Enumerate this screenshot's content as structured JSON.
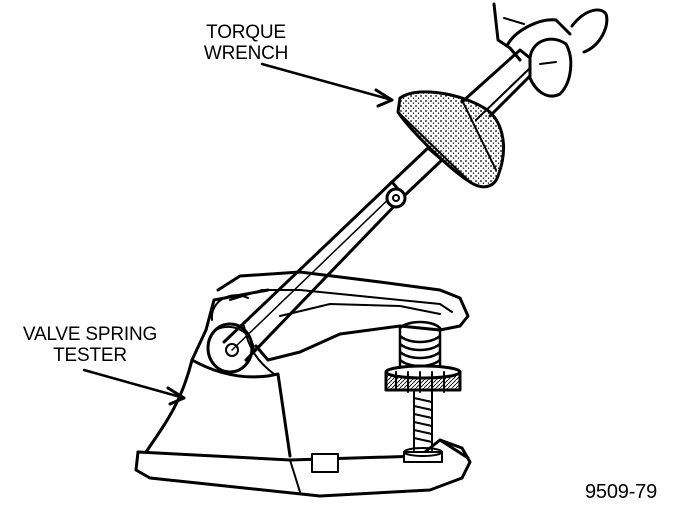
{
  "labels": {
    "torque_wrench": {
      "line1": "TORQUE",
      "line2": "WRENCH"
    },
    "valve_spring_tester": {
      "line1": "VALVE SPRING",
      "line2": "TESTER"
    },
    "figure_code": "9509-79"
  },
  "colors": {
    "ink": "#000000",
    "paper": "#ffffff"
  }
}
